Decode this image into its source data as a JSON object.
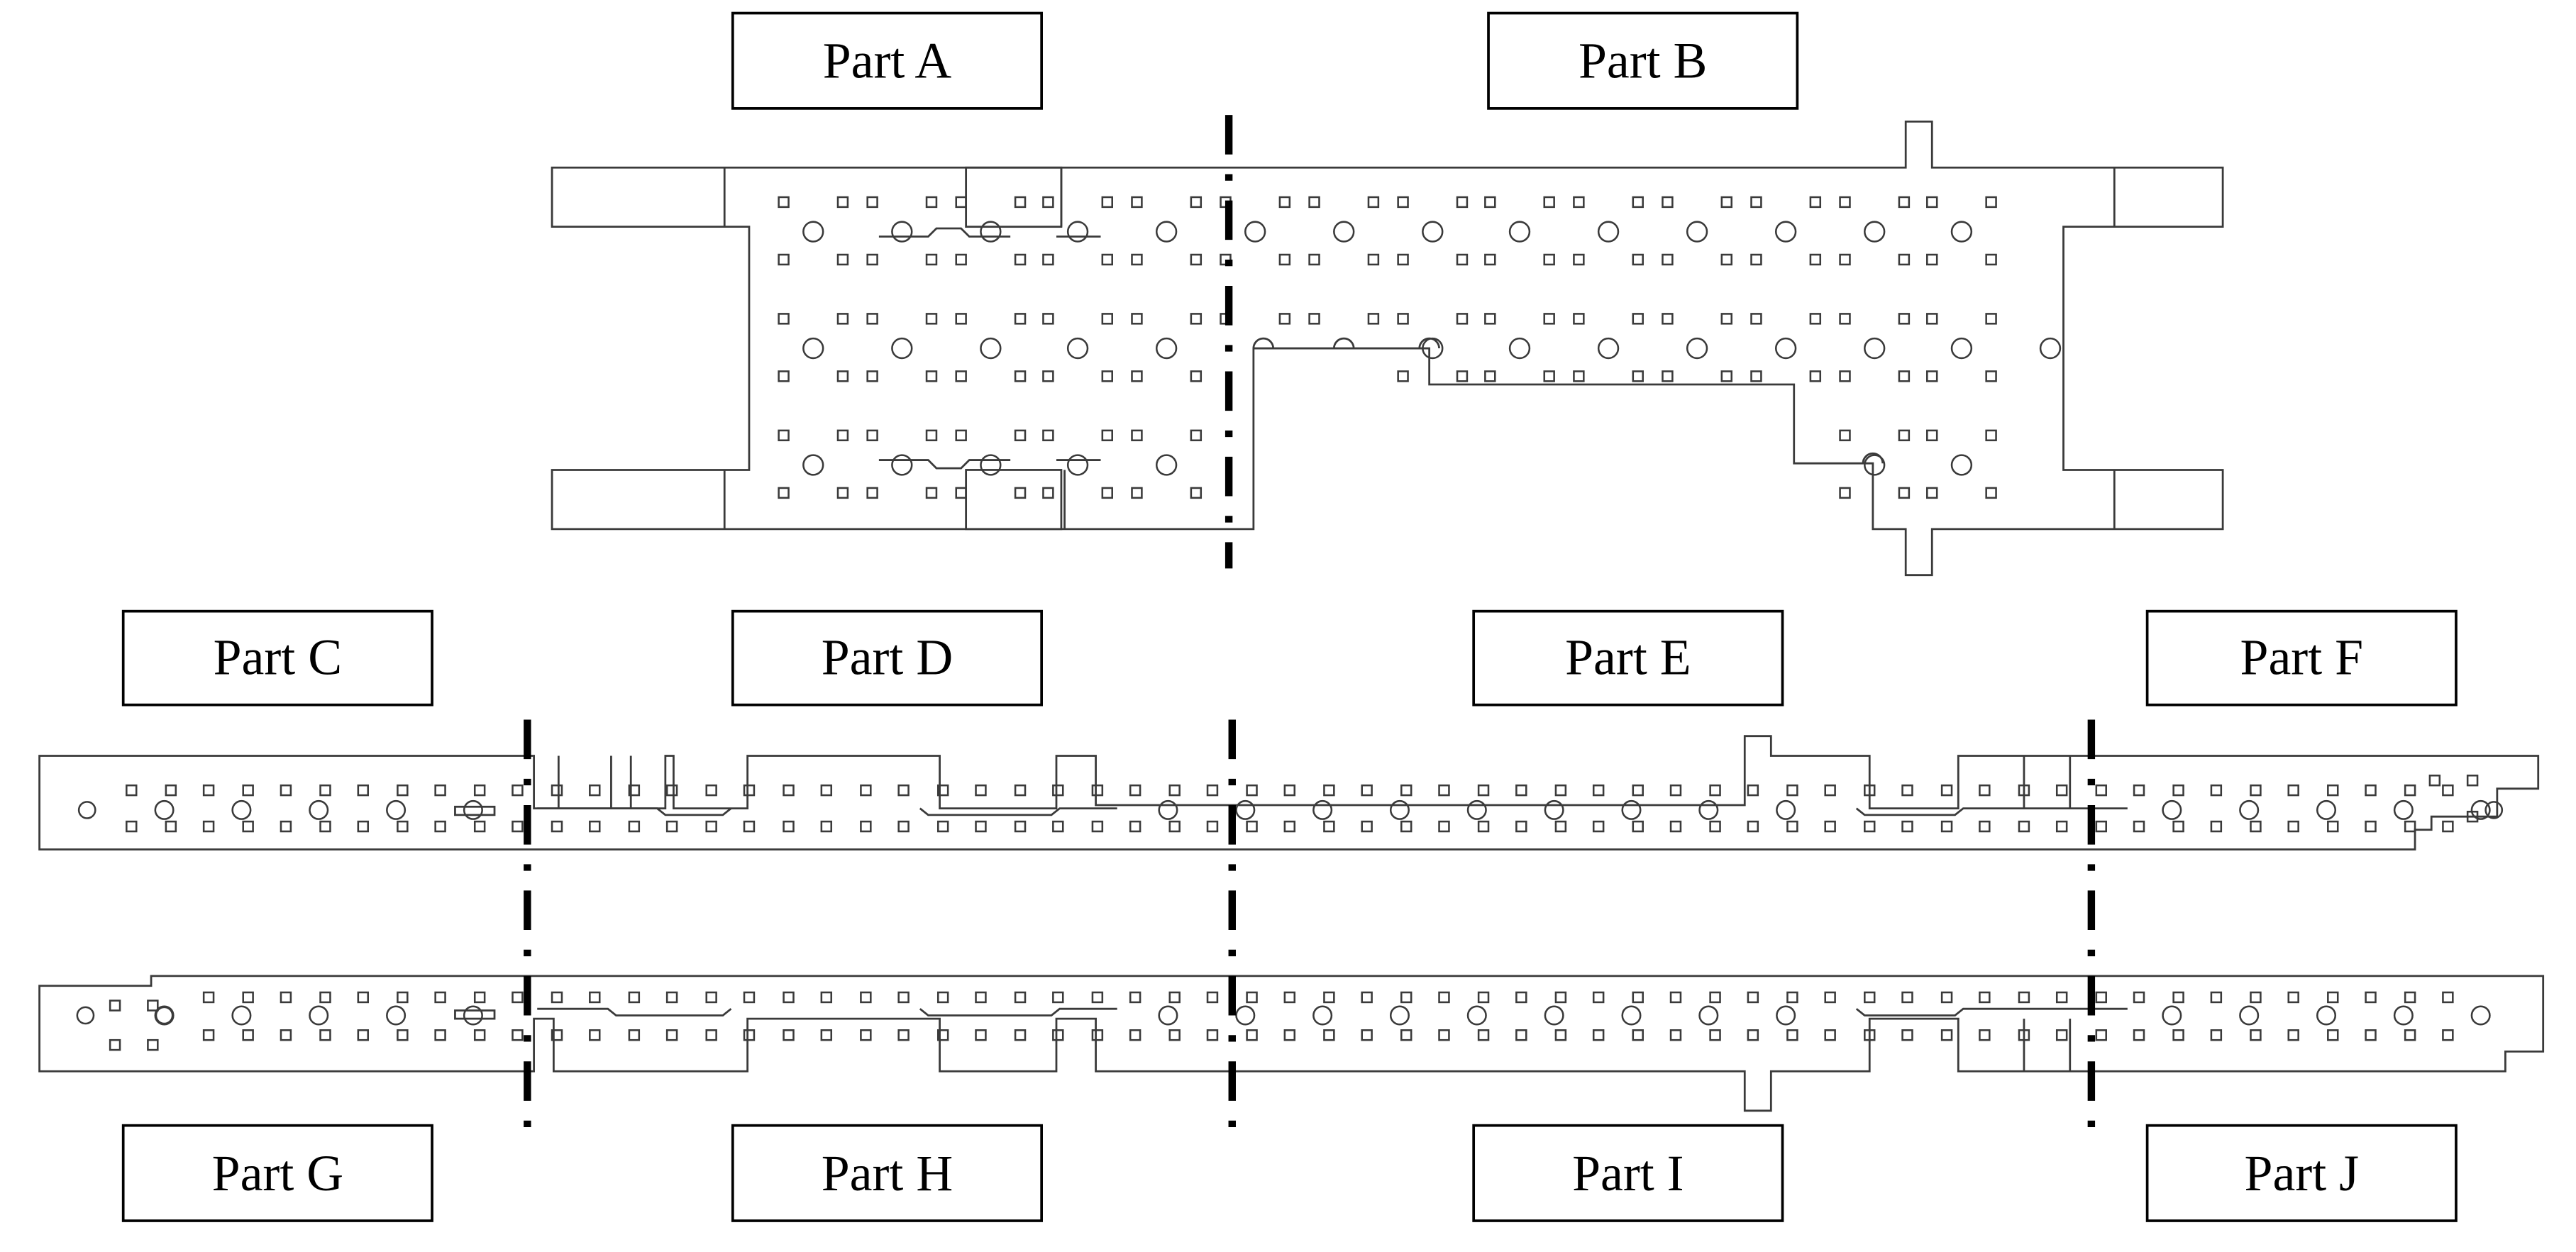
{
  "labels": {
    "a": "Part A",
    "b": "Part B",
    "c": "Part C",
    "d": "Part D",
    "e": "Part E",
    "f": "Part F",
    "g": "Part G",
    "h": "Part H",
    "i": "Part I",
    "j": "Part J"
  },
  "colors": {
    "outline": "#3a3a3a",
    "divider": "#000000",
    "label_border": "#000000",
    "background": "#ffffff"
  }
}
